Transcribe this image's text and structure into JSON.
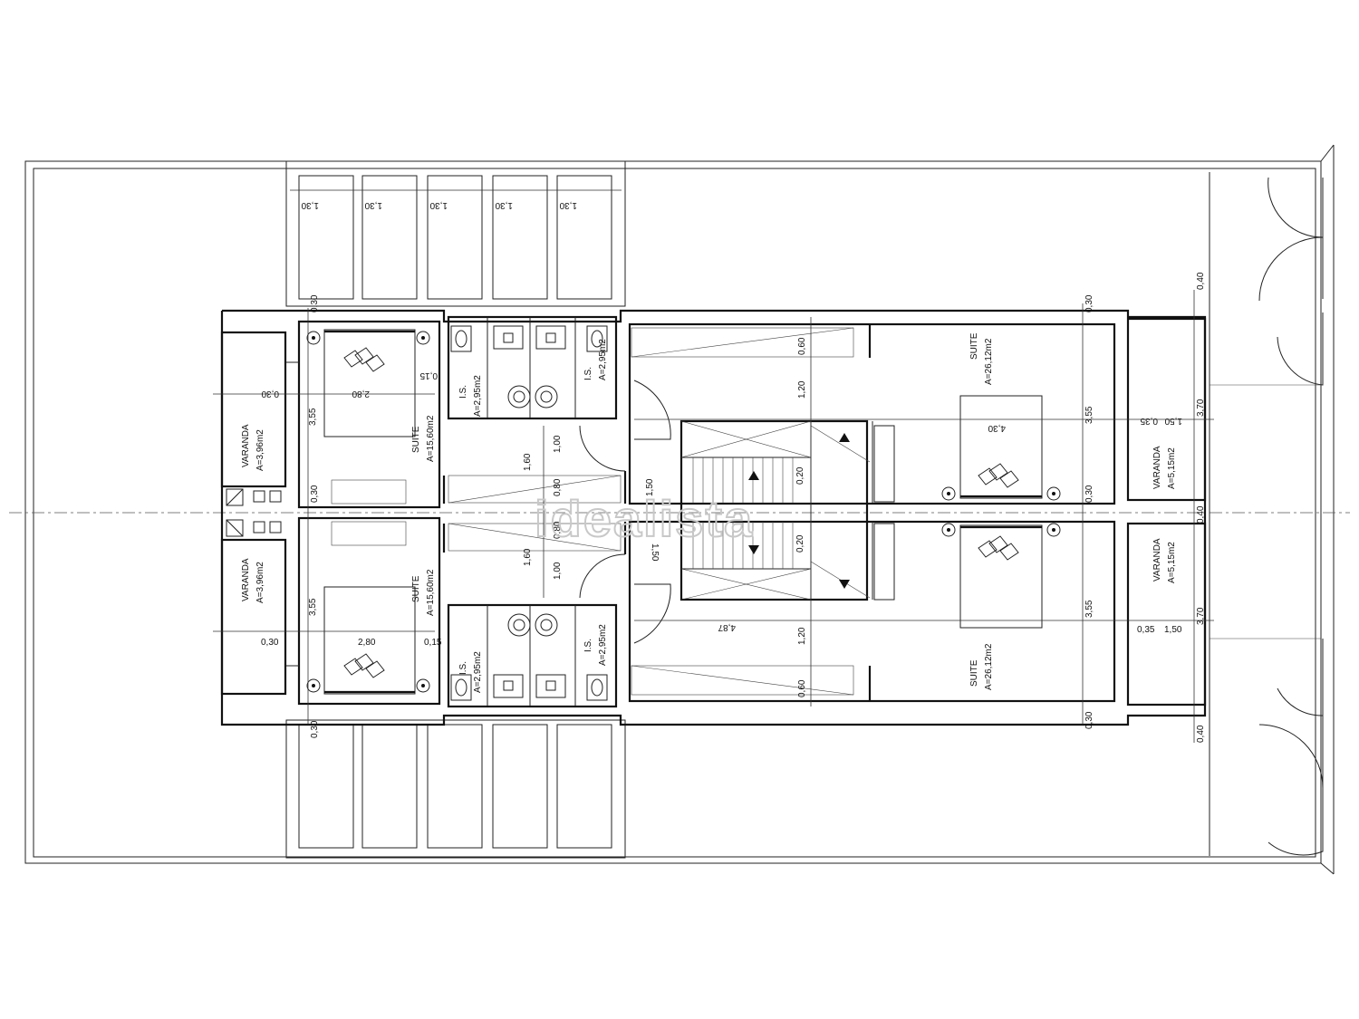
{
  "watermark": "idealista",
  "rooms": {
    "suite_tl": {
      "name": "SUITE",
      "area": "A=15,60m2"
    },
    "suite_bl": {
      "name": "SUITE",
      "area": "A=15,60m2"
    },
    "suite_tr": {
      "name": "SUITE",
      "area": "A=26,12m2"
    },
    "suite_br": {
      "name": "SUITE",
      "area": "A=26,12m2"
    },
    "varanda_tl": {
      "name": "VARANDA",
      "area": "A=3,96m2"
    },
    "varanda_bl": {
      "name": "VARANDA",
      "area": "A=3,96m2"
    },
    "varanda_tr": {
      "name": "VARANDA",
      "area": "A=5,15m2"
    },
    "varanda_br": {
      "name": "VARANDA",
      "area": "A=5,15m2"
    },
    "is_1": {
      "name": "I.S.",
      "area": "A=2,95m2"
    },
    "is_2": {
      "name": "I.S.",
      "area": "A=2,95m2"
    },
    "is_3": {
      "name": "I.S.",
      "area": "A=2,95m2"
    },
    "is_4": {
      "name": "I.S.",
      "area": "A=2,95m2"
    }
  },
  "dimensions": {
    "parking_width": "1,30",
    "wall_030": "0,30",
    "wall_040": "0,40",
    "bed_280": "2,80",
    "height_355": "3,55",
    "v_015": "0,15",
    "v_030": "0,30",
    "v_120": "1,20",
    "v_060": "0,60",
    "v_160": "1,60",
    "v_100": "1,00",
    "v_080": "0,80",
    "v_150": "1,50",
    "v_020": "0,20",
    "right_370": "3,70",
    "right_035": "0,35",
    "right_430": "4,30",
    "right_487": "4,87",
    "right_150": "1,50"
  }
}
